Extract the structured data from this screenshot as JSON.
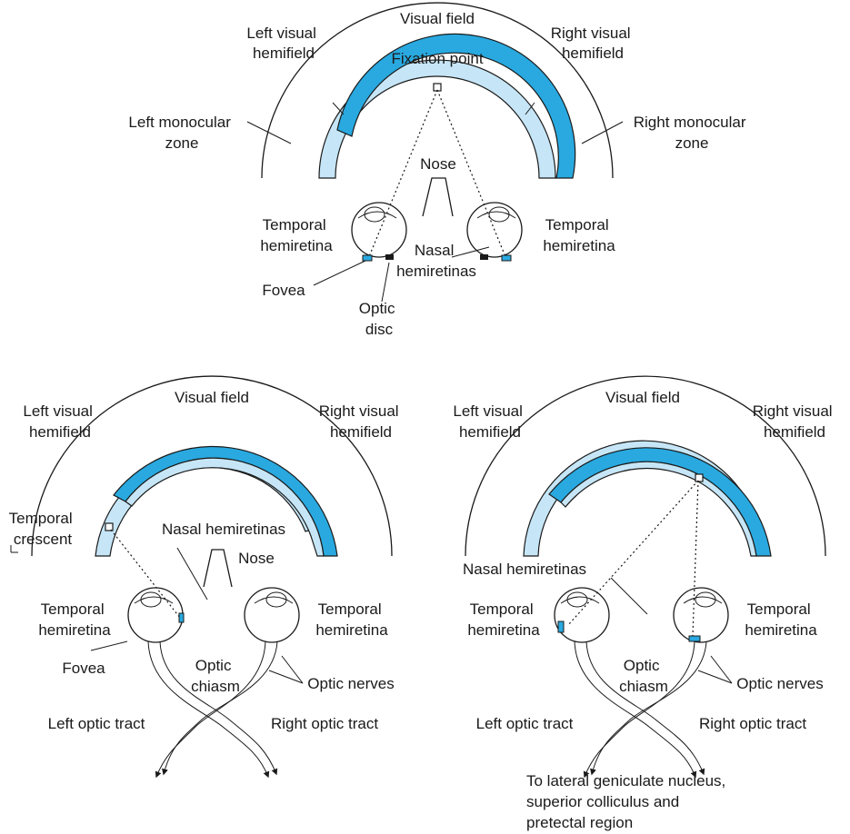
{
  "colors": {
    "dark_band": "#29a9e0",
    "light_band": "#c6e6f7",
    "ink": "#1a1a1a",
    "optic_disc": "#1a1a1a"
  },
  "panel_top": {
    "visual_field": "Visual field",
    "left_hemifield": [
      "Left visual",
      "hemifield"
    ],
    "right_hemifield": [
      "Right visual",
      "hemifield"
    ],
    "fixation_point": "Fixation point",
    "left_monocular": [
      "Left monocular",
      "zone"
    ],
    "right_monocular": [
      "Right monocular",
      "zone"
    ],
    "nose": "Nose",
    "temporal_left": [
      "Temporal",
      "hemiretina"
    ],
    "temporal_right": [
      "Temporal",
      "hemiretina"
    ],
    "nasal": [
      "Nasal",
      "hemiretinas"
    ],
    "fovea": "Fovea",
    "optic_disc": [
      "Optic",
      "disc"
    ]
  },
  "panel_left": {
    "visual_field": "Visual field",
    "left_hemifield": [
      "Left visual",
      "hemifield"
    ],
    "right_hemifield": [
      "Right visual",
      "hemifield"
    ],
    "temporal_crescent": [
      "Temporal",
      "crescent"
    ],
    "nasal_hemiretinas": "Nasal hemiretinas",
    "nose": "Nose",
    "temporal_left": [
      "Temporal",
      "hemiretina"
    ],
    "temporal_right": [
      "Temporal",
      "hemiretina"
    ],
    "fovea": "Fovea",
    "optic_chiasm": [
      "Optic",
      "chiasm"
    ],
    "optic_nerves": "Optic nerves",
    "left_tract": "Left optic tract",
    "right_tract": "Right optic tract"
  },
  "panel_right": {
    "visual_field": "Visual field",
    "left_hemifield": [
      "Left visual",
      "hemifield"
    ],
    "right_hemifield": [
      "Right visual",
      "hemifield"
    ],
    "nasal_hemiretinas": "Nasal hemiretinas",
    "temporal_left": [
      "Temporal",
      "hemiretina"
    ],
    "temporal_right": [
      "Temporal",
      "hemiretina"
    ],
    "optic_chiasm": [
      "Optic",
      "chiasm"
    ],
    "optic_nerves": "Optic nerves",
    "left_tract": "Left optic tract",
    "right_tract": "Right optic tract",
    "destination": [
      "To lateral geniculate nucleus,",
      "superior colliculus and",
      "pretectal region"
    ]
  }
}
